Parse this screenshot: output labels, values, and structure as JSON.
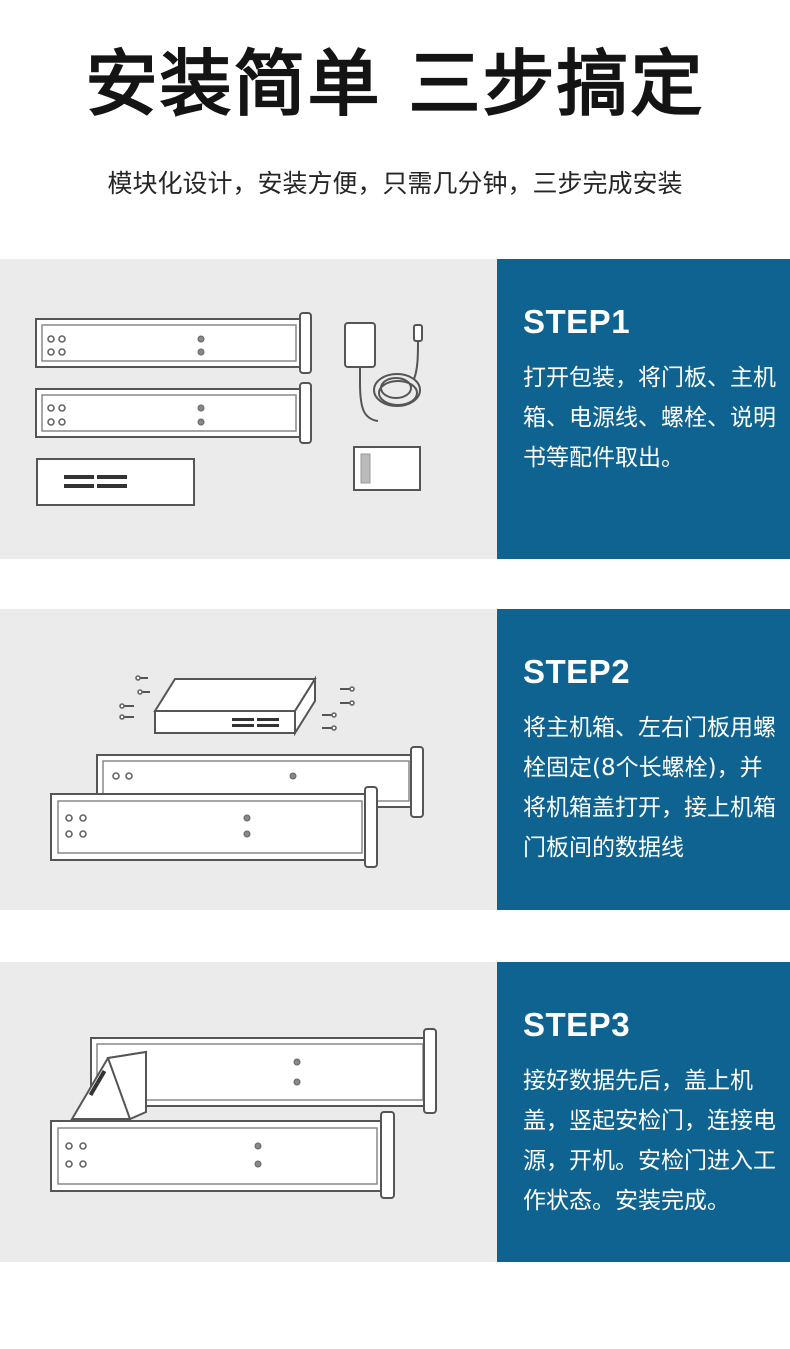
{
  "header": {
    "title": "安装简单 三步搞定",
    "subtitle": "模块化设计，安装方便，只需几分钟，三步完成安装"
  },
  "steps": [
    {
      "title": "STEP1",
      "text": "打开包装，将门板、主机箱、电源线、螺栓、说明书等配件取出。"
    },
    {
      "title": "STEP2",
      "text": "将主机箱、左右门板用螺栓固定(8个长螺栓)，并将机箱盖打开，接上机箱门板间的数据线"
    },
    {
      "title": "STEP3",
      "text": "接好数据先后，盖上机盖，竖起安检门，连接电源，开机。安检门进入工作状态。安装完成。"
    }
  ],
  "colors": {
    "panel": "#0f6390",
    "illustration_bg": "#ebebeb",
    "title_text": "#141414"
  }
}
